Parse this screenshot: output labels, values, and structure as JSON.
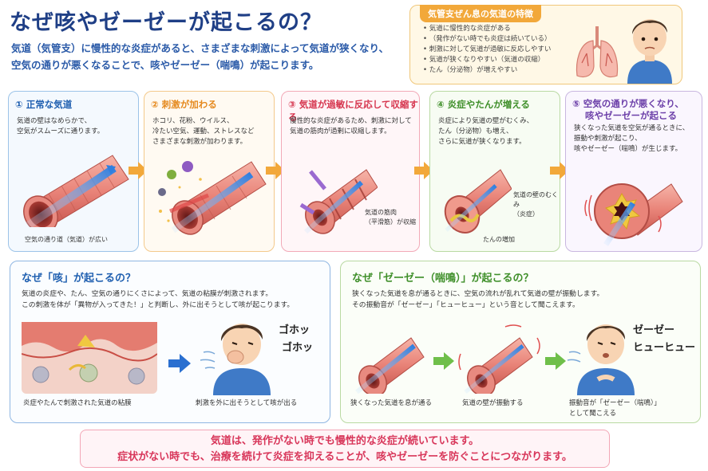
{
  "title": "なぜ咳やゼーゼーが起こるの？",
  "intro": {
    "line1": "気道（気管支）に慢性的な炎症があると、さまざまな刺激によって気道が狭くなり、",
    "line2": "空気の通りが悪くなることで、咳やゼーゼー（喘鳴）が起こります。"
  },
  "feature": {
    "tag": "気管支ぜん息の気道の特徴",
    "items": [
      "気道に慢性的な炎症がある",
      "（発作がない時でも炎症は続いている）",
      "刺激に対して気道が過敏に反応しやすい",
      "気道が狭くなりやすい（気道の収縮）",
      "たん（分泌物）が増えやすい"
    ]
  },
  "steps": [
    {
      "head": "① 正常な気道",
      "desc1": "気道の壁はなめらかで、",
      "desc2": "空気がスムーズに通ります。",
      "desc3": "",
      "cap": "空気の通り道（気道）が広い"
    },
    {
      "head": "② 刺激が加わる",
      "desc1": "ホコリ、花粉、ウイルス、",
      "desc2": "冷たい空気、運動、ストレスなど",
      "desc3": "さまざまな刺激が加わります。"
    },
    {
      "head": "③ 気道が過敏に反応して収縮する",
      "desc1": "慢性的な炎症があるため、刺激に対して",
      "desc2": "気道の筋肉が過剰に収縮します。",
      "desc3": "",
      "cap1": "気道の筋肉",
      "cap2": "（平滑筋）が収縮"
    },
    {
      "head": "④ 炎症やたんが増える",
      "desc1": "炎症により気道の壁がむくみ、",
      "desc2": "たん（分泌物）も増え、",
      "desc3": "さらに気道が狭くなります。",
      "cap1": "気道の壁のむくみ",
      "cap2": "（炎症）",
      "cap3": "たんの増加"
    },
    {
      "head1": "⑤ 空気の通りが悪くなり、",
      "head2": "咳やゼーゼーが起こる",
      "desc1": "狭くなった気道を空気が通るときに、",
      "desc2": "振動や刺激が起こり、",
      "desc3": "咳やゼーゼー（喘鳴）が生じます。"
    }
  ],
  "cough": {
    "head": "なぜ「咳」が起こるの？",
    "desc1": "気道の炎症や、たん、空気の通りにくさによって、気道の粘膜が刺激されます。",
    "desc2": "この刺激を体が「異物が入ってきた！」と判断し、外に出そうとして咳が起こります。",
    "cap_left": "炎症やたんで刺激された気道の粘膜",
    "cap_right": "刺激を外に出そうとして咳が出る",
    "sound1": "ゴホッ",
    "sound2": "ゴホッ"
  },
  "wheeze": {
    "head": "なぜ「ゼーゼー（喘鳴）」が起こるの？",
    "desc1": "狭くなった気道を息が通るときに、空気の流れが乱れて気道の壁が振動します。",
    "desc2": "その振動音が「ゼーゼー」「ヒューヒュー」という音として聞こえます。",
    "cap1": "狭くなった気道を息が通る",
    "cap2": "気道の壁が振動する",
    "cap3a": "振動音が「ゼーゼー（喘鳴）」",
    "cap3b": "として聞こえる",
    "sound1": "ゼーゼー",
    "sound2": "ヒューヒュー"
  },
  "bottom": {
    "line1": "気道は、発作がない時でも慢性的な炎症が続いています。",
    "line2": "症状がない時でも、治療を続けて炎症を抑えることが、咳やゼーゼーを防ぐことにつながります。"
  },
  "colors": {
    "title": "#1f3f86",
    "accent_orange": "#f2a83a",
    "airway_pink": "#e68a8a",
    "arrow_blue": "#4a8fe0",
    "arrow_green": "#6fbf4a",
    "emphasis_red": "#d8365a"
  }
}
